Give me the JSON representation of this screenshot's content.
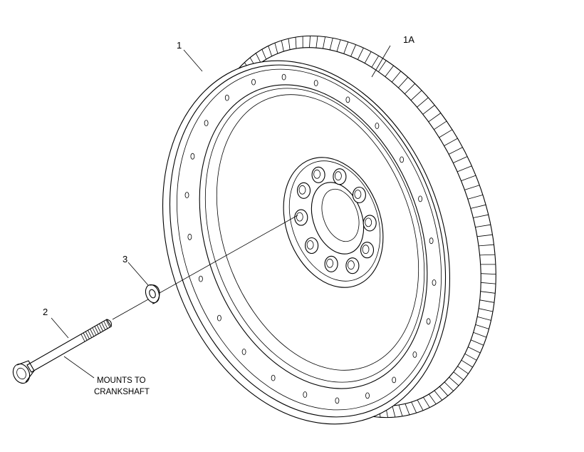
{
  "labels": {
    "flywheel": "1",
    "ring_gear": "1A",
    "bolt": "2",
    "washer": "3"
  },
  "note": {
    "line1": "MOUNTS TO",
    "line2": "CRANKSHAFT"
  },
  "ring_gear_teeth": 120,
  "rim_holes": 24,
  "hub_bolts": 10
}
